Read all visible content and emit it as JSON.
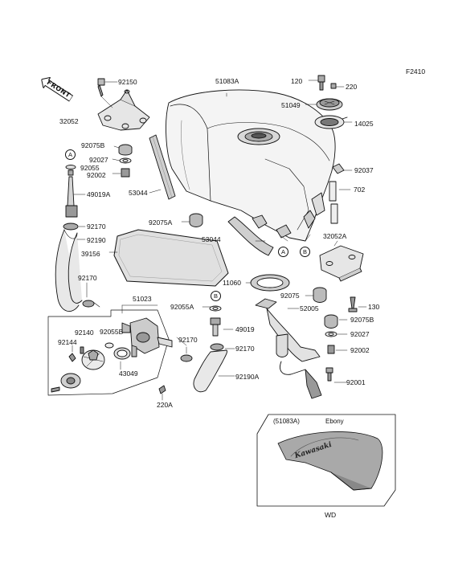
{
  "figure_code": "F2410",
  "front_marker": "FRONT",
  "callouts": {
    "a": "A",
    "b": "B"
  },
  "labels": {
    "l92150": "92150",
    "l32052": "32052",
    "l51083a": "51083A",
    "l120": "120",
    "l220": "220",
    "l51049": "51049",
    "l14025": "14025",
    "l92075b_top": "92075B",
    "l92027_top": "92027",
    "l92055_top": "92055",
    "l92002_top": "92002",
    "l49019a": "49019A",
    "l53044_left": "53044",
    "l92037": "92037",
    "l702": "702",
    "l92075a": "92075A",
    "l53044_mid": "53044",
    "l92170_upper": "92170",
    "l92190": "92190",
    "l39156": "39156",
    "l32052a": "32052A",
    "l11060": "11060",
    "l92170_left": "92170",
    "l51023": "51023",
    "l92075": "92075",
    "l92055a": "92055A",
    "l52005": "52005",
    "l130": "130",
    "l92140": "92140",
    "l92055b": "92055B",
    "l49019": "49019",
    "l92075b_right": "92075B",
    "l92144": "92144",
    "l92170_mid": "92170",
    "l92170_lower": "92170",
    "l92027_right": "92027",
    "l43049": "43049",
    "l92002_right": "92002",
    "l92190a": "92190A",
    "l92001": "92001",
    "l220a": "220A"
  },
  "variant": {
    "title": "(51083A)",
    "color": "Ebony",
    "emblem": "Kawasaki",
    "model": "WD"
  }
}
